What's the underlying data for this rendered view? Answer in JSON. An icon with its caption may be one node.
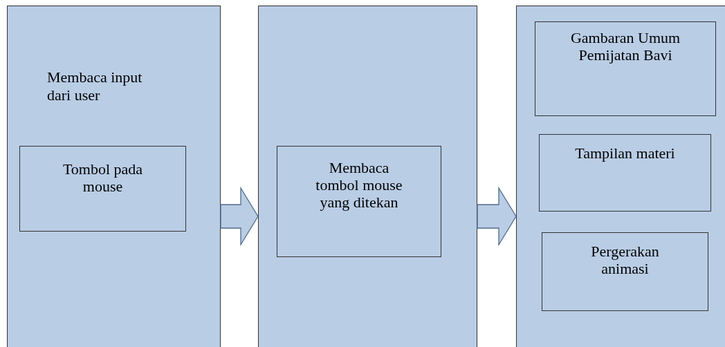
{
  "diagram": {
    "nodes": [
      {
        "text": [
          "Membaca input dari user"
        ]
      },
      {
        "text": [
          "Tombol pada mouse"
        ],
        "in": 0
      },
      {
        "text": [],
        "shape": "box"
      },
      {
        "text": [
          "Membaca tombol mouse yang ditekan"
        ],
        "in": 2
      },
      {
        "text": [],
        "shape": "box"
      },
      {
        "text": [
          "Gambaran Umum Pemijatan Bavi"
        ],
        "in": 4
      },
      {
        "text": [
          "Tampilan materi"
        ],
        "in": 4
      },
      {
        "text": [
          "Pergerakan animasi"
        ],
        "in": 4
      }
    ],
    "edges": [
      {
        "from": 0,
        "to": 2,
        "arrow": "to"
      },
      {
        "from": 2,
        "to": 4,
        "arrow": "to"
      }
    ]
  }
}
